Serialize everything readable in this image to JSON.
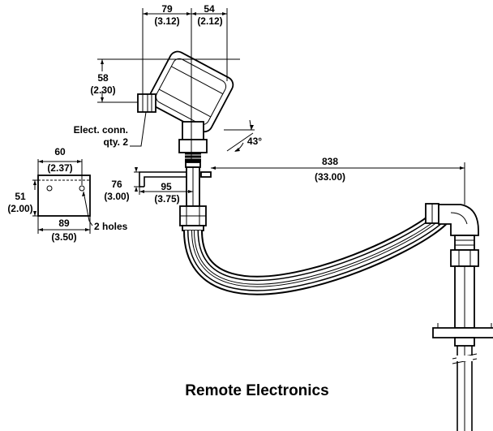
{
  "caption": "Remote Electronics",
  "dimensions": {
    "head_width": {
      "mm": "79",
      "in": "(3.12)"
    },
    "head_offset": {
      "mm": "54",
      "in": "(2.12)"
    },
    "head_height": {
      "mm": "58",
      "in": "(2.30)"
    },
    "conduit_note": {
      "line1": "Elect. conn.",
      "line2": "qty. 2"
    },
    "angle": "43°",
    "plate_width_top": {
      "mm": "60",
      "in": "(2.37)"
    },
    "plate_height": {
      "mm": "51",
      "in": "(2.00)"
    },
    "plate_width_bottom": {
      "mm": "89",
      "in": "(3.50)"
    },
    "holes_note": "2 holes",
    "bracket_height": {
      "mm": "76",
      "in": "(3.00)"
    },
    "bracket_depth": {
      "mm": "95",
      "in": "(3.75)"
    },
    "cable_length": {
      "mm": "838",
      "in": "(33.00)"
    }
  }
}
